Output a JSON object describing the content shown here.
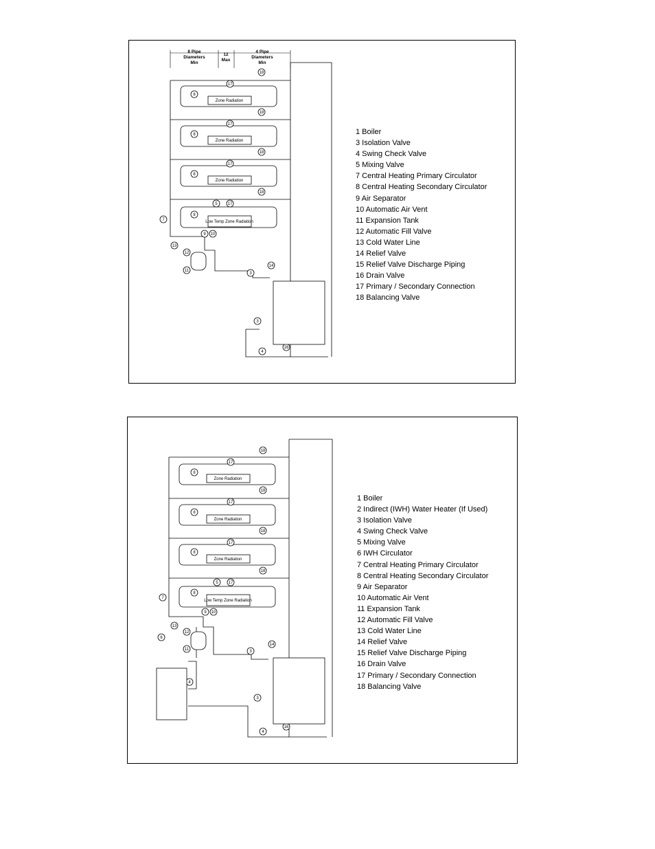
{
  "diagram1": {
    "dimensions": {
      "left": [
        "8 Pipe",
        "Diameters",
        "Min"
      ],
      "middle": [
        "12",
        "Max"
      ],
      "right": [
        "4 Pipe",
        "Diameters",
        "Min"
      ]
    },
    "zones": [
      "Zone Radiation",
      "Zone Radiation",
      "Zone Radiation",
      "Low Temp Zone Radiation"
    ],
    "legend": [
      "1 Boiler",
      "3 Isolation Valve",
      "4 Swing Check Valve",
      "5 Mixing Valve",
      "7 Central Heating Primary Circulator",
      "8 Central Heating Secondary Circulator",
      "9 Air Separator",
      "10 Automatic Air Vent",
      "11 Expansion Tank",
      "12 Automatic Fill Valve",
      "13 Cold Water Line",
      "14 Relief Valve",
      "15 Relief Valve Discharge Piping",
      "16 Drain Valve",
      "17 Primary / Secondary Connection",
      "18 Balancing Valve"
    ]
  },
  "diagram2": {
    "zones": [
      "Zone Radiation",
      "Zone Radiation",
      "Zone Radiation",
      "Low Temp Zone Radiation"
    ],
    "legend": [
      "1 Boiler",
      "2 Indirect (IWH) Water Heater (If Used)",
      "3 Isolation Valve",
      "4 Swing Check Valve",
      "5 Mixing Valve",
      "6 IWH Circulator",
      "7 Central Heating Primary Circulator",
      "8 Central Heating Secondary Circulator",
      "9 Air Separator",
      "10 Automatic Air Vent",
      "11 Expansion Tank",
      "12 Automatic Fill Valve",
      "13 Cold Water Line",
      "14 Relief Valve",
      "15 Relief Valve Discharge Piping",
      "16 Drain Valve",
      "17 Primary / Secondary Connection",
      "18 Balancing Valve"
    ]
  },
  "colors": {
    "line": "#000000",
    "background": "#ffffff"
  }
}
